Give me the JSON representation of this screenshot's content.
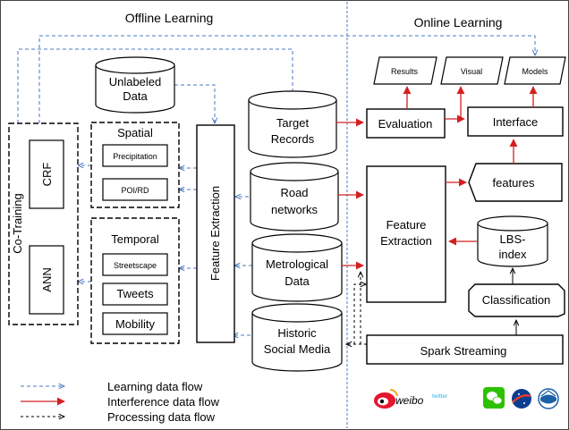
{
  "sections": {
    "offline": "Offline Learning",
    "online": "Online Learning"
  },
  "offline": {
    "co_training": "Co-Training",
    "crf": "CRF",
    "ann": "ANN",
    "unlabeled_data": [
      "Unlabeled",
      "Data"
    ],
    "spatial": {
      "title": "Spatial",
      "items": [
        "Precipitation",
        "POI/RD"
      ]
    },
    "temporal": {
      "title": "Temporal",
      "items": [
        "Streetscape",
        "Tweets",
        "Mobility"
      ]
    },
    "feature_extraction": "Feature  Extraction",
    "target_records": [
      "Target",
      "Records"
    ],
    "road_networks": [
      "Road",
      "networks"
    ],
    "metrological_data": [
      "Metrological",
      "Data"
    ],
    "historic_social_media": [
      "Historic",
      "Social Media"
    ]
  },
  "online": {
    "outputs": [
      "Results",
      "Visual",
      "Models"
    ],
    "evaluation": "Evaluation",
    "interface": "Interface",
    "features": "features",
    "feature_extraction": [
      "Feature",
      "Extraction"
    ],
    "lbs_index": [
      "LBS-",
      "index"
    ],
    "classification": "Classification",
    "spark_streaming": "Spark Streaming",
    "weibo": "weibo",
    "twitter": "twitter"
  },
  "legend": [
    {
      "label": "Learning data flow",
      "color": "#4a78c4",
      "style": "dashed"
    },
    {
      "label": "Interference data flow",
      "color": "#d42020",
      "style": "solid"
    },
    {
      "label": "Processing  data flow",
      "color": "#000000",
      "style": "dashed"
    }
  ],
  "colors": {
    "learning": "#4a78c4",
    "interference": "#d42020",
    "processing": "#000000",
    "divider": "#4a78c4"
  }
}
